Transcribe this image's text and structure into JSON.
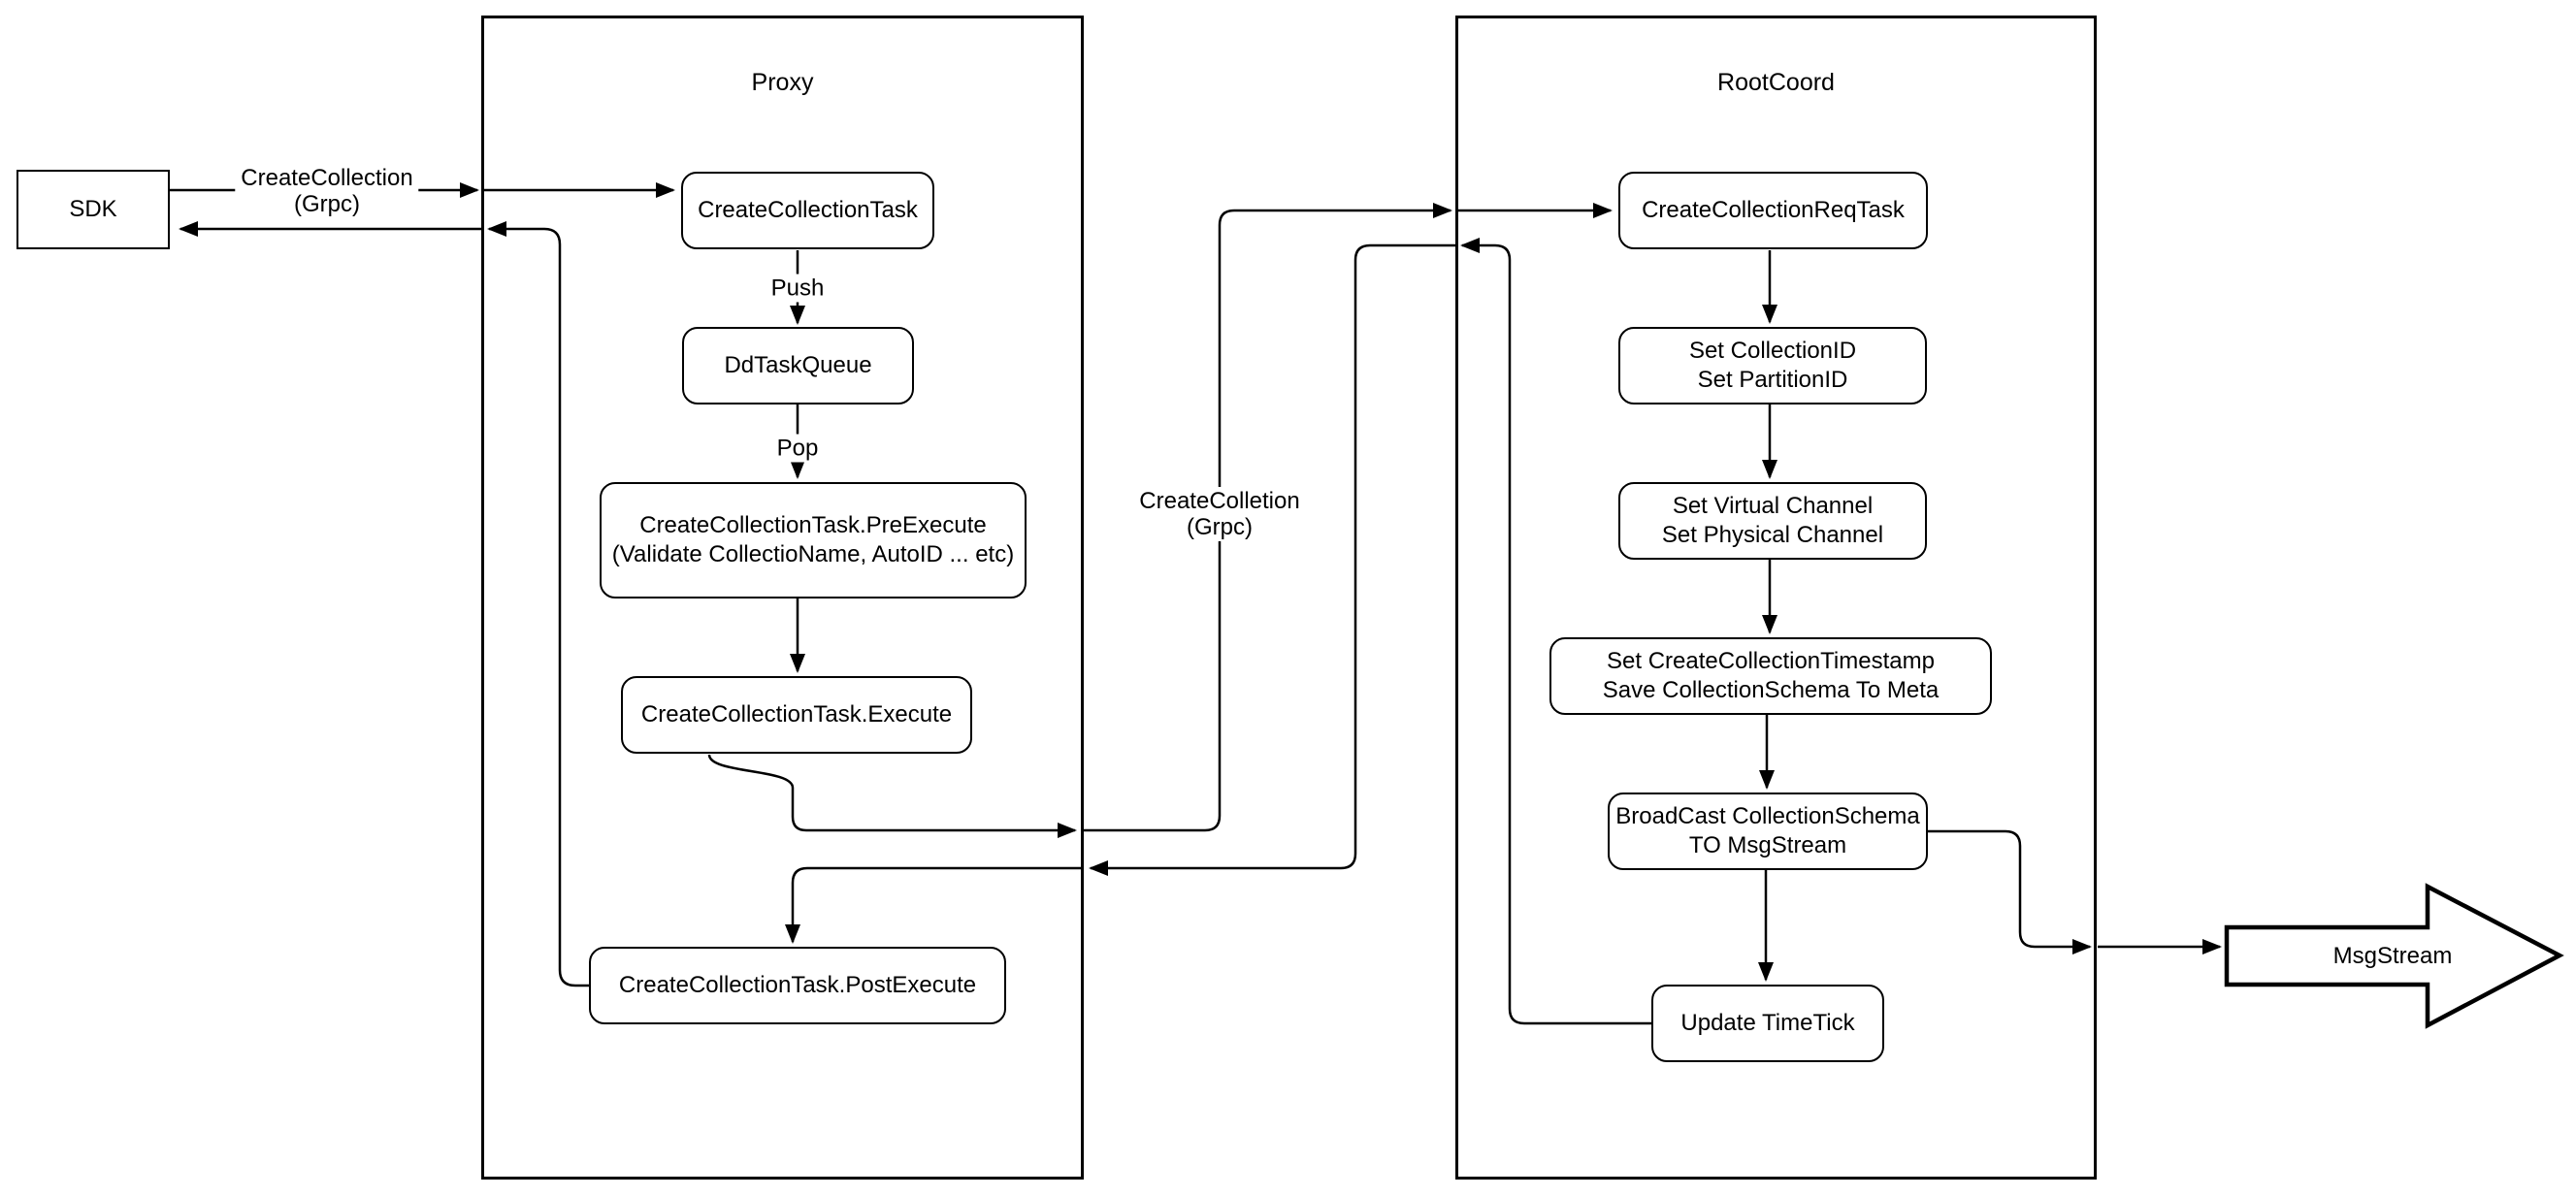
{
  "diagram_type": "flow-diagram",
  "colors": {
    "stroke": "#000000",
    "fill": "#ffffff",
    "background": "#ffffff"
  },
  "containers": {
    "proxy": {
      "title": "Proxy"
    },
    "rootcoord": {
      "title": "RootCoord"
    }
  },
  "nodes": {
    "sdk": {
      "label": "SDK"
    },
    "create_collection_task": {
      "label": "CreateCollectionTask"
    },
    "dd_task_queue": {
      "label": "DdTaskQueue"
    },
    "pre_execute": {
      "line1": "CreateCollectionTask.PreExecute",
      "line2": "(Validate CollectioName, AutoID ... etc)"
    },
    "execute": {
      "label": "CreateCollectionTask.Execute"
    },
    "post_execute": {
      "label": "CreateCollectionTask.PostExecute"
    },
    "req_task": {
      "label": "CreateCollectionReqTask"
    },
    "set_ids": {
      "line1": "Set CollectionID",
      "line2": "Set PartitionID"
    },
    "set_channels": {
      "line1": "Set Virtual Channel",
      "line2": "Set Physical Channel"
    },
    "set_timestamp": {
      "line1": "Set CreateCollectionTimestamp",
      "line2": "Save CollectionSchema To Meta"
    },
    "broadcast": {
      "line1": "BroadCast CollectionSchema",
      "line2": "TO MsgStream"
    },
    "update_timetick": {
      "label": "Update TimeTick"
    },
    "msgstream": {
      "label": "MsgStream"
    }
  },
  "edge_labels": {
    "grpc_request": {
      "line1": "CreateCollection",
      "line2": "(Grpc)"
    },
    "push": {
      "text": "Push"
    },
    "pop": {
      "text": "Pop"
    },
    "grpc_internal": {
      "line1": "CreateColletion",
      "line2": "(Grpc)"
    }
  }
}
